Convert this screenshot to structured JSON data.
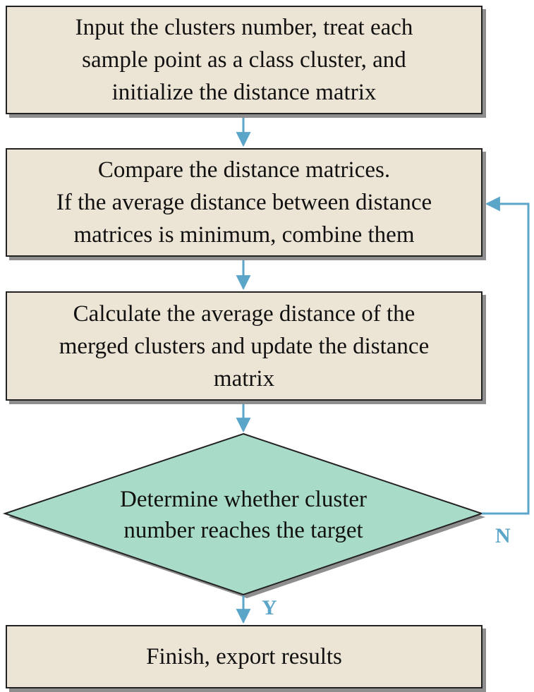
{
  "flowchart": {
    "steps": [
      {
        "lines": [
          "Input the clusters number, treat each",
          "sample point as a class cluster, and",
          "initialize the distance matrix"
        ]
      },
      {
        "lines": [
          "Compare the distance matrices.",
          "If the average distance between distance",
          "matrices is minimum, combine them"
        ]
      },
      {
        "lines": [
          "Calculate the average distance of the",
          "merged clusters and update the distance",
          "matrix"
        ]
      }
    ],
    "decision": {
      "lines": [
        "Determine whether cluster",
        "number reaches the target"
      ],
      "no_label": "N",
      "yes_label": "Y"
    },
    "end": {
      "label": "Finish, export results"
    }
  },
  "colors": {
    "process_fill": "#ece4d5",
    "decision_fill": "#a9dcc8",
    "connector": "#5ba5c9",
    "border": "#222222",
    "shadow": "#8e8e8e"
  }
}
